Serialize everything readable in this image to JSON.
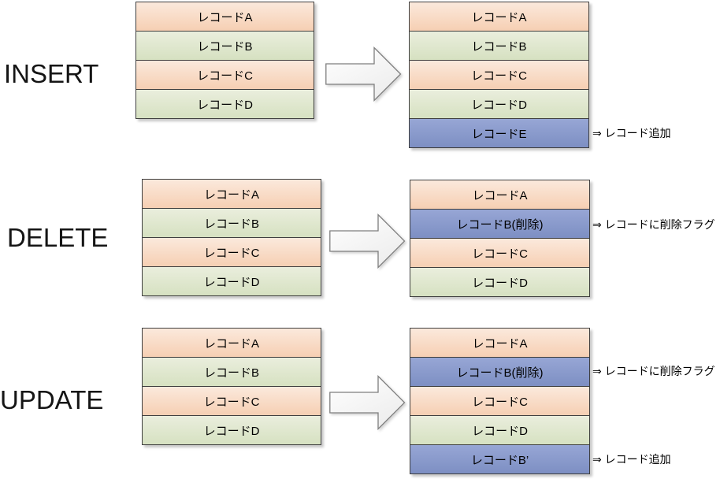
{
  "colors": {
    "peach-top": "#fbe9dc",
    "peach-bottom": "#f6cfb3",
    "green-top": "#eaeedd",
    "green-bottom": "#d6e1c1",
    "blue-top": "#97a6d5",
    "blue-bottom": "#7d8fc3",
    "border": "#3f3f3f",
    "arrow-border": "#7f7f7f"
  },
  "sections": [
    {
      "label": "INSERT",
      "before": {
        "rows": [
          {
            "label": "レコードA",
            "variant": "peach"
          },
          {
            "label": "レコードB",
            "variant": "green"
          },
          {
            "label": "レコードC",
            "variant": "peach"
          },
          {
            "label": "レコードD",
            "variant": "green"
          }
        ]
      },
      "after": {
        "rows": [
          {
            "label": "レコードA",
            "variant": "peach"
          },
          {
            "label": "レコードB",
            "variant": "green"
          },
          {
            "label": "レコードC",
            "variant": "peach"
          },
          {
            "label": "レコードD",
            "variant": "green"
          },
          {
            "label": "レコードE",
            "variant": "blue"
          }
        ]
      },
      "annotations": [
        {
          "text": "⇒ レコード追加"
        }
      ]
    },
    {
      "label": "DELETE",
      "before": {
        "rows": [
          {
            "label": "レコードA",
            "variant": "peach"
          },
          {
            "label": "レコードB",
            "variant": "green"
          },
          {
            "label": "レコードC",
            "variant": "peach"
          },
          {
            "label": "レコードD",
            "variant": "green"
          }
        ]
      },
      "after": {
        "rows": [
          {
            "label": "レコードA",
            "variant": "peach"
          },
          {
            "label": "レコードB(削除)",
            "variant": "blue"
          },
          {
            "label": "レコードC",
            "variant": "peach"
          },
          {
            "label": "レコードD",
            "variant": "green"
          }
        ]
      },
      "annotations": [
        {
          "text": "⇒ レコードに削除フラグ"
        }
      ]
    },
    {
      "label": "UPDATE",
      "before": {
        "rows": [
          {
            "label": "レコードA",
            "variant": "peach"
          },
          {
            "label": "レコードB",
            "variant": "green"
          },
          {
            "label": "レコードC",
            "variant": "peach"
          },
          {
            "label": "レコードD",
            "variant": "green"
          }
        ]
      },
      "after": {
        "rows": [
          {
            "label": "レコードA",
            "variant": "peach"
          },
          {
            "label": "レコードB(削除)",
            "variant": "blue"
          },
          {
            "label": "レコードC",
            "variant": "peach"
          },
          {
            "label": "レコードD",
            "variant": "green"
          },
          {
            "label": "レコードB’",
            "variant": "blue"
          }
        ]
      },
      "annotations": [
        {
          "text": "⇒ レコードに削除フラグ"
        },
        {
          "text": "⇒ レコード追加"
        }
      ]
    }
  ]
}
